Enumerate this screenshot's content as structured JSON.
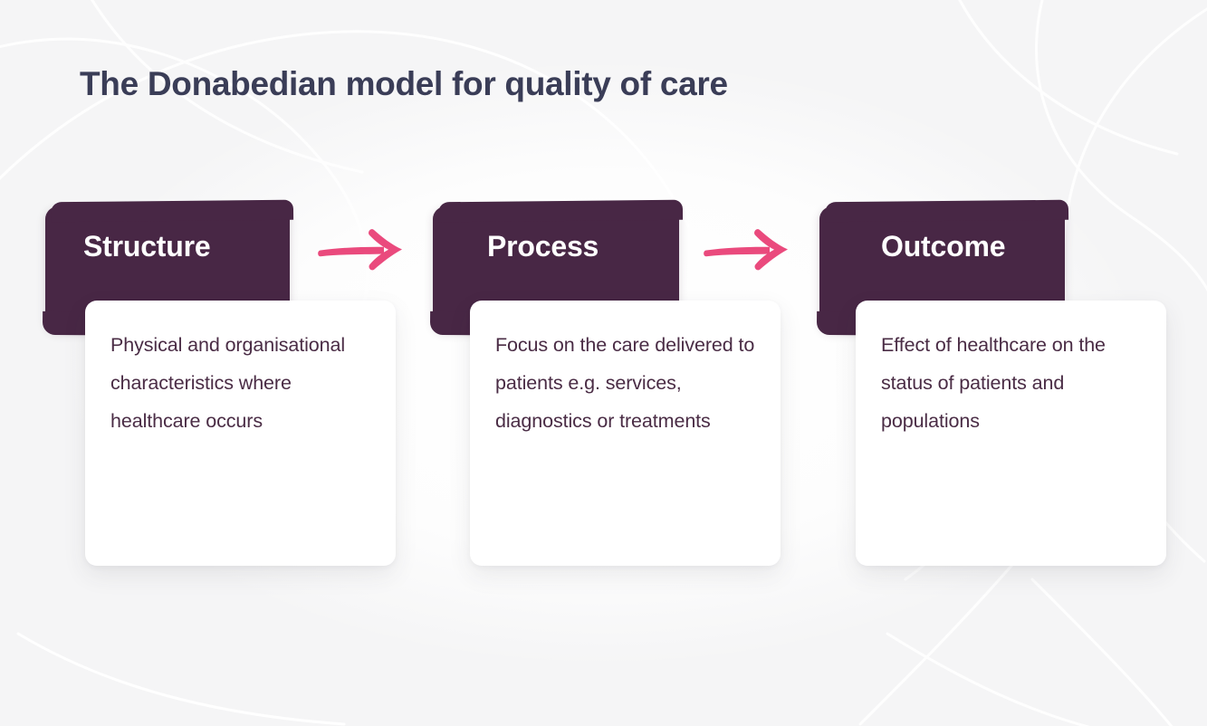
{
  "page": {
    "title": "The Donabedian model for quality of care",
    "background_color": "#f5f5f6"
  },
  "theme": {
    "header_color": "#482745",
    "card_color": "#ffffff",
    "arrow_color": "#ea4a7d",
    "title_color": "#3a3d57",
    "body_text_color": "#4a2c45"
  },
  "diagram": {
    "type": "flow",
    "direction": "left-to-right",
    "steps": [
      {
        "id": "structure",
        "label": "Structure",
        "description": "Physical and organisational characteristics where healthcare occurs"
      },
      {
        "id": "process",
        "label": "Process",
        "description": "Focus on the care delivered to patients e.g. services, diagnostics or treatments"
      },
      {
        "id": "outcome",
        "label": "Outcome",
        "description": "Effect of healthcare on the status of patients and populations"
      }
    ],
    "connectors": [
      {
        "id": "structure-to-process",
        "icon": "arrow-right-icon",
        "from": "structure",
        "to": "process"
      },
      {
        "id": "process-to-outcome",
        "icon": "arrow-right-icon",
        "from": "process",
        "to": "outcome"
      }
    ]
  }
}
